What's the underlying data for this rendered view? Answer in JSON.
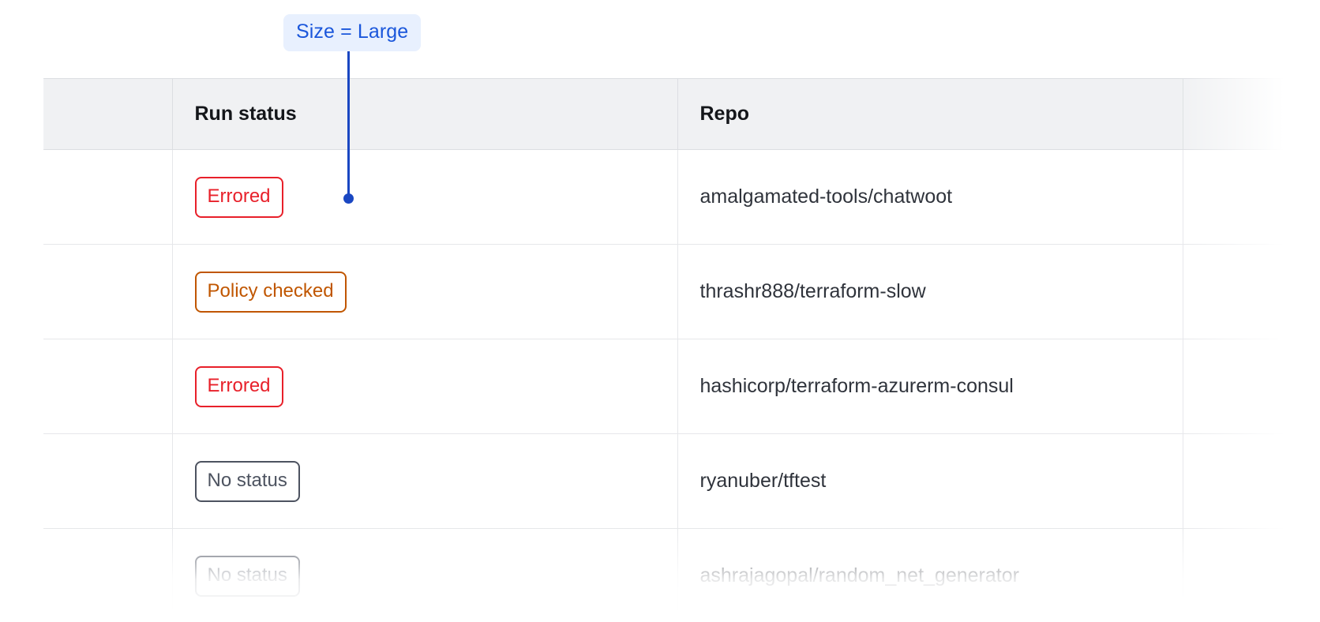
{
  "annotation": {
    "label": "Size = Large",
    "chip_bg": "#e8f0fe",
    "chip_fg": "#1a56db",
    "line_color": "#1a47c2"
  },
  "table": {
    "columns": [
      {
        "key": "spacer",
        "label": ""
      },
      {
        "key": "run_status",
        "label": "Run status"
      },
      {
        "key": "repo",
        "label": "Repo"
      },
      {
        "key": "extra",
        "label": ""
      }
    ],
    "rows": [
      {
        "status": "Errored",
        "status_variant": "errored",
        "repo": "amalgamated-tools/chatwoot"
      },
      {
        "status": "Policy checked",
        "status_variant": "policy-checked",
        "repo": "thrashr888/terraform-slow"
      },
      {
        "status": "Errored",
        "status_variant": "errored",
        "repo": "hashicorp/terraform-azurerm-consul"
      },
      {
        "status": "No status",
        "status_variant": "no-status",
        "repo": "ryanuber/tftest"
      },
      {
        "status": "No status",
        "status_variant": "no-status",
        "repo": "ashrajagopal/random_net_generator"
      }
    ],
    "status_colors": {
      "errored": "#e8202a",
      "policy-checked": "#c05600",
      "no-status": "#4d5360"
    },
    "header_bg": "#f0f1f3",
    "border_color": "#dcdee2",
    "row_border_color": "#e6e7ea"
  }
}
